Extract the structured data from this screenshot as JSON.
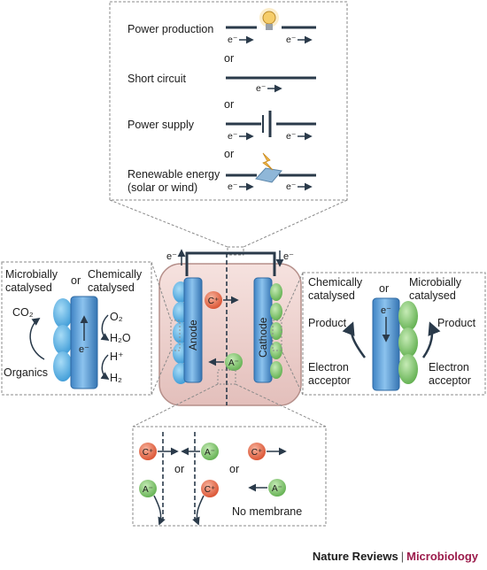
{
  "top_panel": {
    "power_production": "Power production",
    "or_1": "or",
    "short_circuit": "Short circuit",
    "or_2": "or",
    "power_supply": "Power supply",
    "or_3": "or",
    "renewable_line1": "Renewable energy",
    "renewable_line2": "(solar or wind)",
    "electron": "e⁻",
    "icons": [
      "light-bulb-icon",
      "battery-icon",
      "solar-panel-icon"
    ]
  },
  "cell": {
    "e_left": "e⁻",
    "e_right": "e⁻",
    "anode": "Anode",
    "cathode": "Cathode",
    "cation": "C⁺",
    "anion": "A⁻"
  },
  "left_panel": {
    "microbially_1": "Microbially",
    "microbially_2": "catalysed",
    "or": "or",
    "chemically_1": "Chemically",
    "chemically_2": "catalysed",
    "co2": "CO₂",
    "o2": "O₂",
    "h2o": "H₂O",
    "organics": "Organics",
    "hplus": "H⁺",
    "h2": "H₂",
    "electron": "e⁻"
  },
  "right_panel": {
    "chemically_1": "Chemically",
    "chemically_2": "catalysed",
    "or": "or",
    "microbially_1": "Microbially",
    "microbially_2": "catalysed",
    "product_left": "Product",
    "product_right": "Product",
    "acceptor_left_1": "Electron",
    "acceptor_left_2": "acceptor",
    "acceptor_right_1": "Electron",
    "acceptor_right_2": "acceptor",
    "electron": "e⁻"
  },
  "bottom_panel": {
    "cation": "C⁺",
    "anion": "A⁻",
    "or_1": "or",
    "or_2": "or",
    "no_membrane": "No membrane"
  },
  "footer": {
    "journal": "Nature Reviews",
    "separator": "|",
    "section": "Microbiology"
  },
  "colors": {
    "electrode_blue": "#5a9fd6",
    "microbe_blue": "#4aa9e0",
    "microbe_green": "#7cc36a",
    "cation_red": "#e0603f",
    "anion_green": "#6fb35c",
    "chamber_pink": "#f0d6d3",
    "line_dark": "#2a3a4a"
  }
}
